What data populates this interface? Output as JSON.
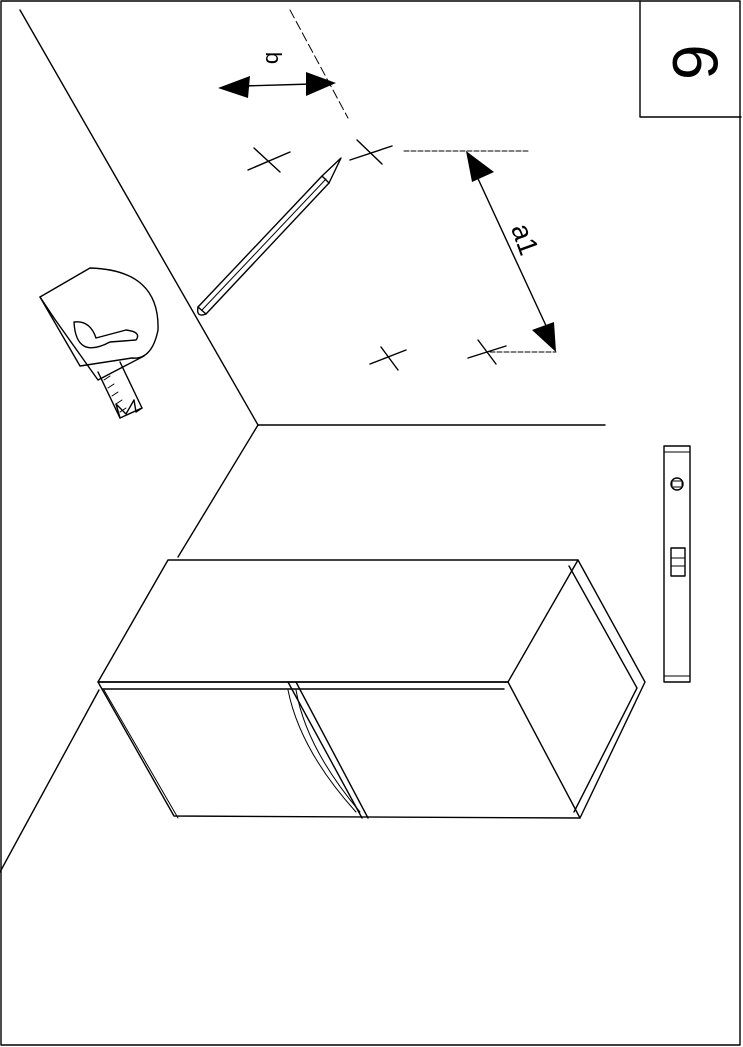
{
  "step": {
    "number": "6"
  },
  "dimensions": {
    "side_offset_label": "b",
    "hole_spacing_label": "a1"
  },
  "colors": {
    "line": "#000000",
    "background": "#ffffff"
  },
  "tools": [
    {
      "icon": "tape-measure-icon"
    },
    {
      "icon": "pencil-icon"
    },
    {
      "icon": "spirit-level-icon"
    }
  ]
}
